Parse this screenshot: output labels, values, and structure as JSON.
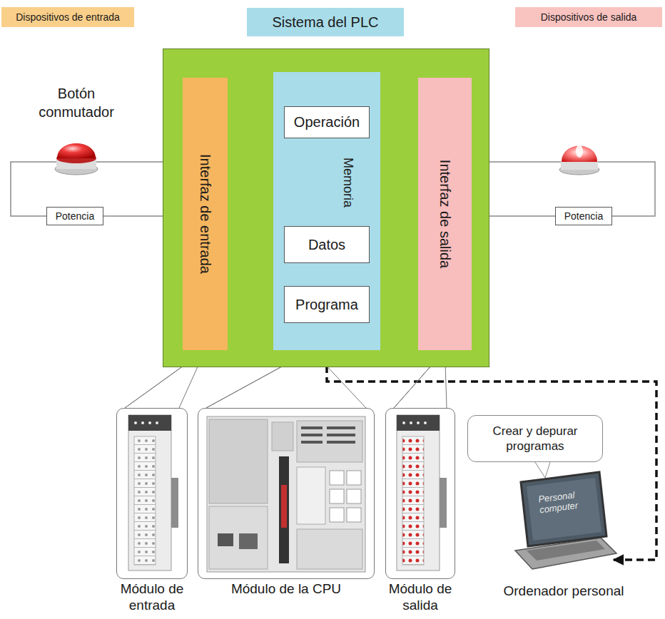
{
  "diagram": {
    "nodes": [
      {
        "text": [
          "Dispositivos de entrada"
        ]
      },
      {
        "text": [
          "Sistema del PLC"
        ]
      },
      {
        "text": [
          "Dispositivos de salida"
        ]
      },
      {
        "text": [
          "Botón conmutador"
        ]
      },
      {
        "text": [
          "Interfaz de entrada"
        ],
        "in": 1
      },
      {
        "text": [
          "Memoria"
        ],
        "in": 1
      },
      {
        "text": [
          "Operación"
        ],
        "in": 5
      },
      {
        "text": [
          "Datos"
        ],
        "in": 5
      },
      {
        "text": [
          "Programa"
        ],
        "in": 5
      },
      {
        "text": [
          "Interfaz de salida"
        ],
        "in": 1
      },
      {
        "text": [
          "Potencia"
        ]
      },
      {
        "text": [
          "Potencia"
        ]
      },
      {
        "text": [
          "Módulo de entrada"
        ]
      },
      {
        "text": [
          "Módulo de la CPU"
        ]
      },
      {
        "text": [
          "Módulo de salida"
        ]
      },
      {
        "text": [
          "Crear y depurar programas"
        ]
      },
      {
        "text": [
          "Ordenador personal"
        ]
      }
    ],
    "edges": [
      {
        "from": 3,
        "to": 4,
        "arrow": "none"
      },
      {
        "from": 3,
        "to": 10,
        "arrow": "none"
      },
      {
        "from": 10,
        "to": 4,
        "arrow": "none"
      },
      {
        "from": 11,
        "to": 9,
        "arrow": "none"
      },
      {
        "from": 4,
        "to": 5,
        "arrow": "both"
      },
      {
        "from": 5,
        "to": 9,
        "arrow": "both"
      },
      {
        "from": 6,
        "to": 7,
        "arrow": "both"
      },
      {
        "from": 16,
        "to": 5,
        "arrow": "both"
      },
      {
        "from": 4,
        "to": 12,
        "arrow": "none"
      },
      {
        "from": 5,
        "to": 13,
        "arrow": "none"
      },
      {
        "from": 9,
        "to": 14,
        "arrow": "none"
      }
    ],
    "labels": [
      "Personal computer"
    ]
  }
}
